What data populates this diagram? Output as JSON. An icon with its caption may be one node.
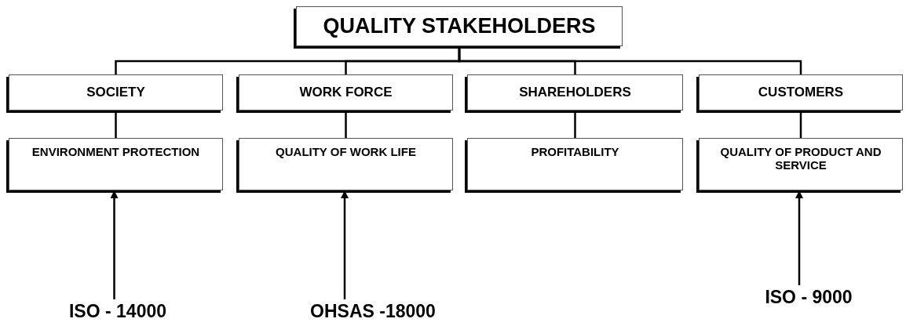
{
  "diagram": {
    "nodes": [
      {
        "text": [
          "QUALITY STAKEHOLDERS"
        ]
      },
      {
        "text": [
          "SOCIETY"
        ]
      },
      {
        "text": [
          "WORK FORCE"
        ]
      },
      {
        "text": [
          "SHAREHOLDERS"
        ]
      },
      {
        "text": [
          "CUSTOMERS"
        ]
      },
      {
        "text": [
          "ENVIRONMENT PROTECTION"
        ]
      },
      {
        "text": [
          "QUALITY OF WORK LIFE"
        ]
      },
      {
        "text": [
          "PROFITABILITY"
        ]
      },
      {
        "text": [
          "QUALITY OF PRODUCT AND SERVICE"
        ]
      },
      {
        "text": [
          "ISO - 14000"
        ]
      },
      {
        "text": [
          "OHSAS -18000"
        ]
      },
      {
        "text": [
          "ISO - 9000"
        ]
      }
    ],
    "edges": [
      {
        "from": 0,
        "to": 1,
        "arrow": "none"
      },
      {
        "from": 0,
        "to": 2,
        "arrow": "none"
      },
      {
        "from": 0,
        "to": 3,
        "arrow": "none"
      },
      {
        "from": 0,
        "to": 4,
        "arrow": "none"
      },
      {
        "from": 1,
        "to": 5,
        "arrow": "none"
      },
      {
        "from": 2,
        "to": 6,
        "arrow": "none"
      },
      {
        "from": 3,
        "to": 7,
        "arrow": "none"
      },
      {
        "from": 4,
        "to": 8,
        "arrow": "none"
      },
      {
        "from": 9,
        "to": 5,
        "arrow": "to"
      },
      {
        "from": 10,
        "to": 6,
        "arrow": "to"
      },
      {
        "from": 11,
        "to": 8,
        "arrow": "to"
      }
    ]
  }
}
